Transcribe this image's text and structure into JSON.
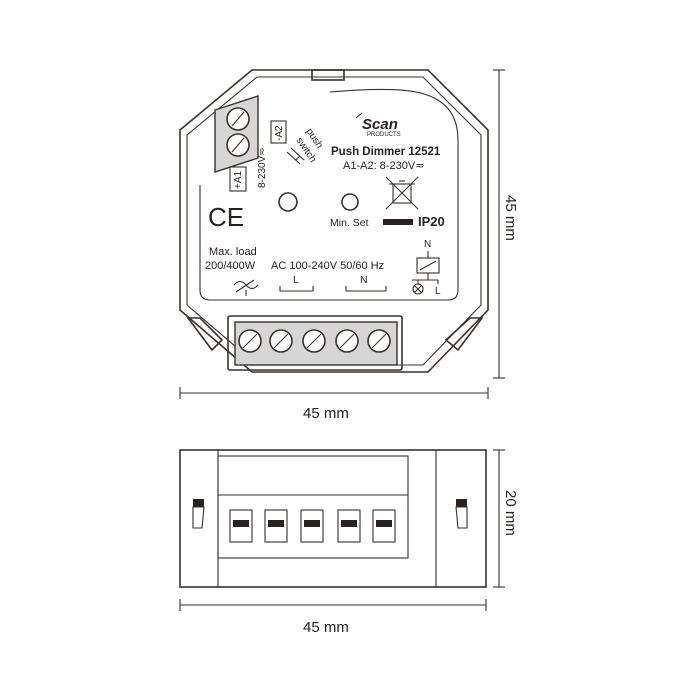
{
  "top_view": {
    "brand_name": "Scan",
    "brand_sub": "PRODUCTS",
    "product_name": "Push Dimmer 12521",
    "input_spec": "A1-A2: 8-230V≂",
    "terminal_a1": "+A1",
    "terminal_a2": "-A2",
    "push_label_1": "push",
    "push_label_2": "switch",
    "voltage_rotated": "8-230V≂",
    "ce_mark": "CE",
    "min_set_label": "Min. Set",
    "ip_rating": "IP20",
    "max_load_label": "Max. load",
    "max_load_value": "200/400W",
    "supply_spec": "AC 100-240V 50/60 Hz",
    "terminal_l": "L",
    "terminal_n": "N",
    "diagram_n": "N",
    "diagram_l": "L"
  },
  "dimensions": {
    "top_width": "45 mm",
    "top_height": "45 mm",
    "side_width": "45 mm",
    "side_height": "20 mm"
  }
}
